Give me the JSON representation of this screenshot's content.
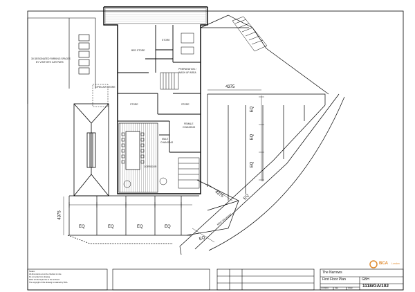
{
  "drawing": {
    "room_labels": {
      "parking": "30 DESIGNATED PARKING SPACES",
      "parking_sub": "BY VISITOR'S CAR PARK",
      "open_air_store": "OPEN AIR STORE",
      "bed_store": "BED STORE",
      "store_top": "STORE",
      "store_left": "STORE",
      "store_mid": "STORE",
      "prep": "PREPARATION /",
      "prep_sub": "WASH UP AREA",
      "female": "FEMALE",
      "female_sub": "CHANGING",
      "male": "MALE",
      "male_sub": "CHANGING",
      "corridor": "CORRIDOR"
    },
    "dimensions": {
      "top": "4375",
      "right_1": "EQ",
      "right_2": "EQ",
      "right_3": "EQ",
      "diag_1": "4375",
      "diag_2": "EQ",
      "left_side": "4375",
      "bottom_1": "EQ",
      "bottom_2": "EQ",
      "bottom_3": "EQ",
      "bottom_4": "EQ",
      "bottom_5": "EQ",
      "bridge": "NEW WALKWAY"
    }
  },
  "title_block": {
    "notes_heading": "Notes:",
    "notes_lines": [
      "All dimensions are to be checked on site.",
      "Do not scale from drawing.",
      "Refer all discrepancies to the architect.",
      "The copyright of this drawing is retained by BCA."
    ],
    "project": "The Narrows",
    "client": "GBH",
    "drawing_title": "First Floor Plan",
    "drawing_number": "1118/GA/102",
    "logo_initials": "BCA",
    "logo_word": "London",
    "scale_label": "1:100@A1",
    "date_label": "Date",
    "drawn_label": "Drawn"
  }
}
